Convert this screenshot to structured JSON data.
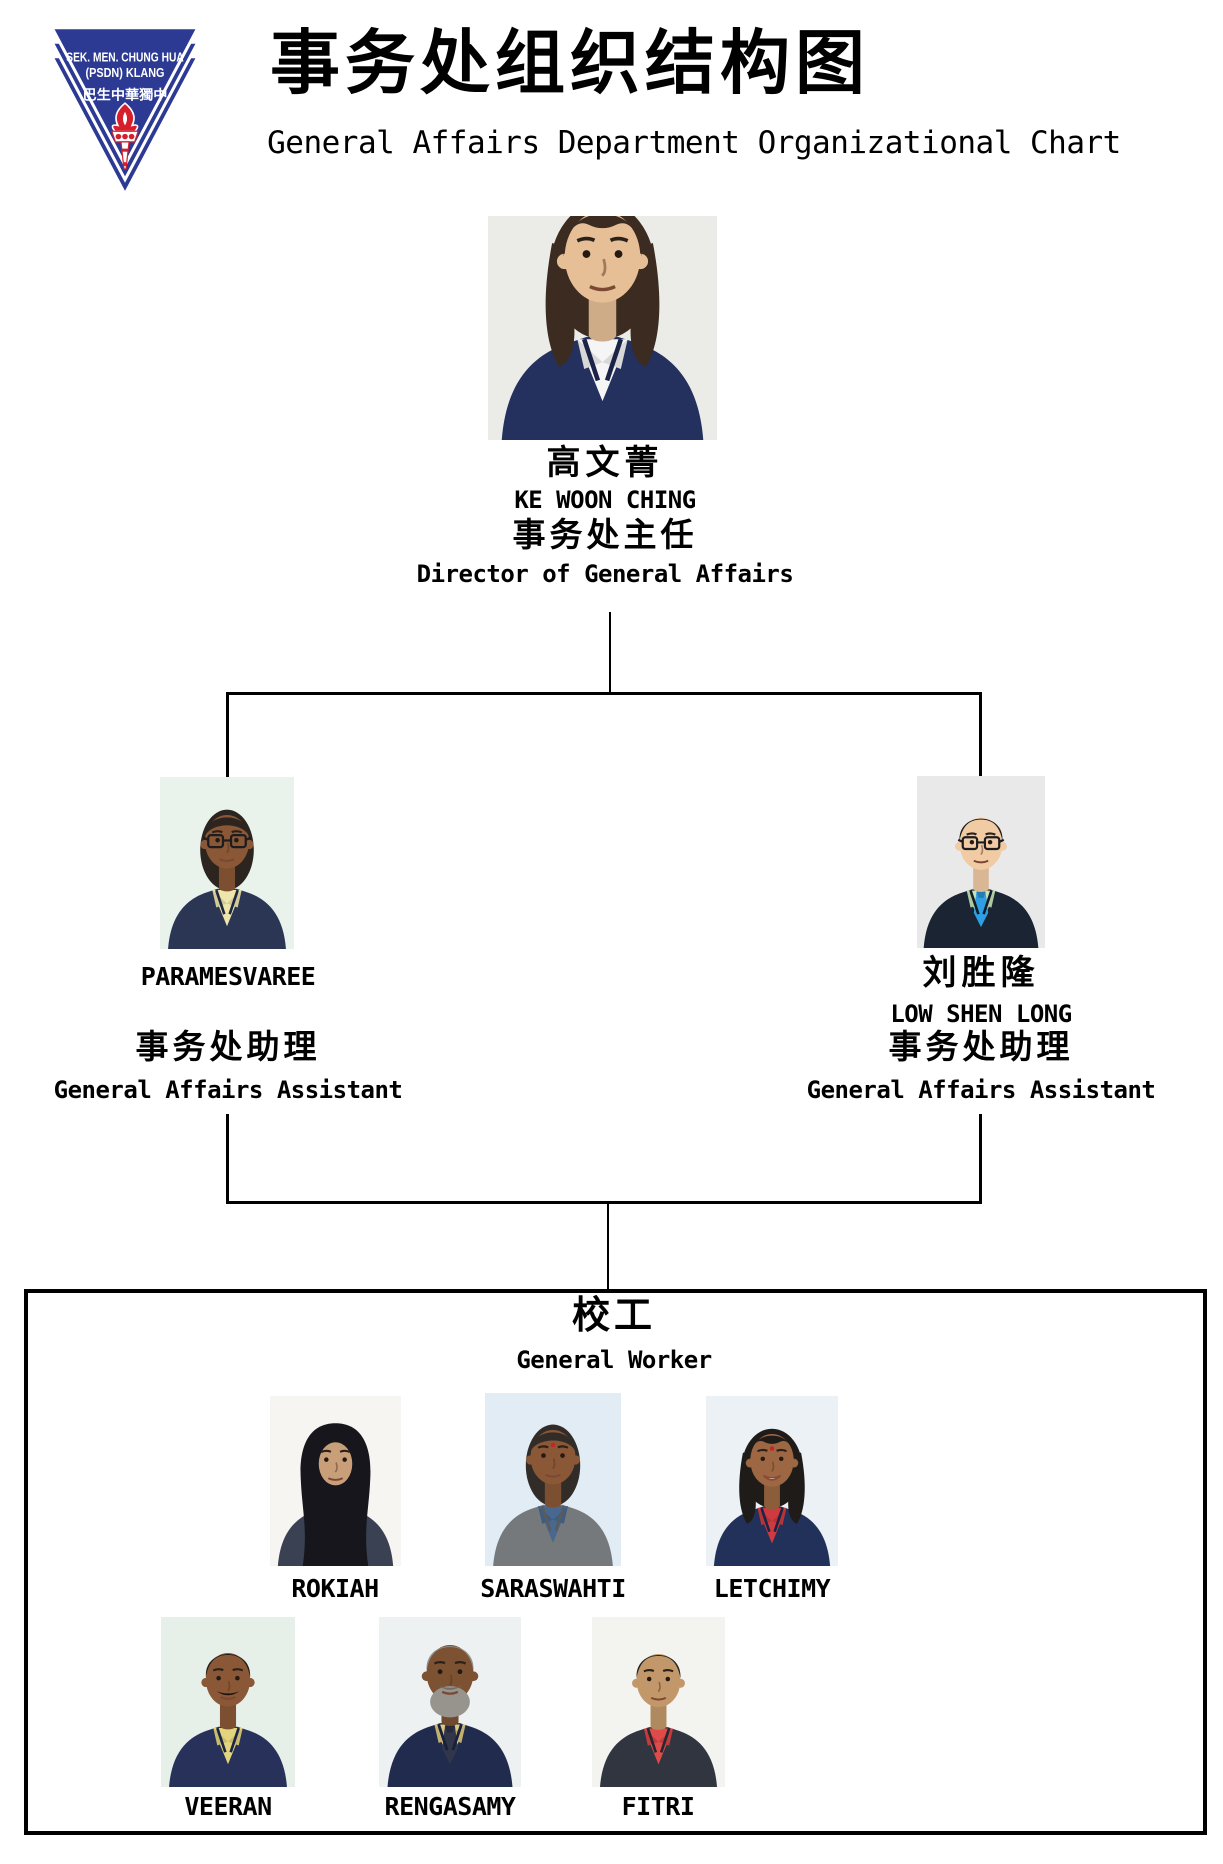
{
  "header": {
    "title_cjk": "事务处组织结构图",
    "title_en": "General Affairs Department Organizational Chart"
  },
  "logo": {
    "line1": "SEK. MEN. CHUNG HUA",
    "line2": "(PSDN) KLANG",
    "line3": "巴生中華獨中",
    "blue": "#2c3a94",
    "red": "#d61f2c"
  },
  "people": {
    "director": {
      "name_cjk": "高文菁",
      "name_en": "KE WOON CHING",
      "role_cjk": "事务处主任",
      "role_en": "Director of General Affairs",
      "avatar": {
        "bg": "#ebece7",
        "skin": "#e6bf97",
        "hair": "#3c2b20",
        "hairstyle": "long",
        "jacket": "#24305e",
        "shirt": "#f5f5f5"
      }
    },
    "assistant_left": {
      "name_en": "PARAMESVAREE",
      "role_cjk": "事务处助理",
      "role_en": "General Affairs Assistant",
      "avatar": {
        "bg": "#e9f3ec",
        "skin": "#8a5836",
        "hair": "#2c241f",
        "hairstyle": "back",
        "glasses": true,
        "jacket": "#2b3655",
        "shirt": "#efe6ac"
      }
    },
    "assistant_right": {
      "name_cjk": "刘胜隆",
      "name_en": "LOW SHEN LONG",
      "role_cjk": "事务处助理",
      "role_en": "General Affairs Assistant",
      "avatar": {
        "bg": "#e9e9e9",
        "skin": "#f1cba4",
        "hair": "#1e1b18",
        "hairstyle": "short",
        "glasses": true,
        "jacket": "#1a2433",
        "shirt": "#c4e4b6",
        "tie": "#2e9fe3"
      }
    }
  },
  "workers_section": {
    "title_cjk": "校工",
    "title_en": "General Worker",
    "members": [
      {
        "name": "ROKIAH",
        "avatar": {
          "bg": "#f7f5f2",
          "skin": "#c89f78",
          "hairstyle": "hijab",
          "hijab": "#17161c",
          "jacket": "#3a4152",
          "shirt": "#2f3542"
        }
      },
      {
        "name": "SARASWAHTI",
        "avatar": {
          "bg": "#e2ecf4",
          "skin": "#8a5836",
          "hair": "#322c28",
          "hairstyle": "back",
          "jacket": "#76797b",
          "shirt": "#49688f",
          "bindi": true
        }
      },
      {
        "name": "LETCHIMY",
        "avatar": {
          "bg": "#ecf1f6",
          "skin": "#9c6742",
          "hair": "#1f1b18",
          "hairstyle": "long",
          "jacket": "#223159",
          "shirt": "#cf3a40",
          "bindi": true,
          "smile": true
        }
      },
      {
        "name": "VEERAN",
        "avatar": {
          "bg": "#e6efe8",
          "skin": "#8a5836",
          "hair": "#231e1a",
          "hairstyle": "short",
          "jacket": "#273159",
          "shirt": "#e3d47e",
          "mustache": "#1c1512"
        }
      },
      {
        "name": "RENGASAMY",
        "avatar": {
          "bg": "#edf1f2",
          "skin": "#7c5233",
          "hair": "#8f8f8d",
          "hairstyle": "short",
          "jacket": "#202b4e",
          "shirt": "#dcc87e",
          "shirt_stripes": true,
          "tie": "#31364a",
          "beard": "#97948e",
          "mustache": "#6f6c66"
        }
      },
      {
        "name": "FITRI",
        "avatar": {
          "bg": "#f3f3f0",
          "skin": "#c2986a",
          "hair": "#26221f",
          "hairstyle": "short",
          "jacket": "#30353f",
          "shirt": "#df4a4a",
          "collar": "#c03a3e"
        }
      }
    ]
  }
}
